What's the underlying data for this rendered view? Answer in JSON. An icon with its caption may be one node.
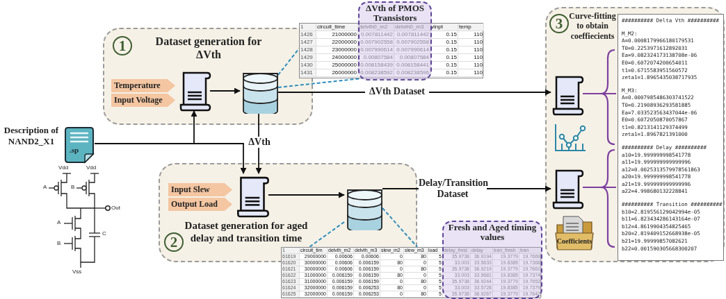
{
  "diagram": {
    "nodes": [
      {
        "text": [
          "1",
          "Dataset generation for ΔVth"
        ]
      },
      {
        "text": [
          "Temperature"
        ],
        "in": 0
      },
      {
        "text": [
          "Input Voltage"
        ],
        "in": 0
      },
      {
        "text": [],
        "shape": "picture",
        "in": 0
      },
      {
        "text": [],
        "shape": "cylinder",
        "in": 0
      },
      {
        "text": [],
        "shape": "box"
      },
      {
        "text": [
          "ΔVth of PMOS Transistors"
        ]
      },
      {
        "text": [
          ".sp"
        ],
        "beside": [
          "Description of NAND2_X1"
        ]
      },
      {
        "text": [
          "2",
          "Dataset generation for aged delay and transition time"
        ]
      },
      {
        "text": [
          "Input Slew"
        ],
        "in": 8
      },
      {
        "text": [
          "Output Load"
        ],
        "in": 8
      },
      {
        "text": [],
        "shape": "picture",
        "in": 8
      },
      {
        "text": [],
        "shape": "cylinder",
        "in": 8
      },
      {
        "text": [],
        "shape": "box"
      },
      {
        "text": [
          "Fresh and Aged timing values"
        ]
      },
      {
        "text": [
          "3",
          "Curve-fitting to obtain coeffiecients"
        ]
      },
      {
        "text": [],
        "shape": "picture",
        "in": 15
      },
      {
        "text": [],
        "shape": "picture",
        "in": 15
      },
      {
        "text": [],
        "shape": "picture",
        "in": 15
      },
      {
        "text": [
          "########## Delta Vth ##########",
          "M_M2:",
          "A=0.0008179966180179531",
          "T0=0.2253971612892031",
          "Ea=9.082324173138708e-06",
          "E0=0.6072074200654011",
          "t1=0.6715583951560572",
          "zeta1=1.8965435038717935",
          "M_M3:",
          "A=0.0007985486303741522",
          "T0=0.21908936293581885",
          "Ea=7.033523563437044e-06",
          "E0=0.6072050870057867",
          "t1=0.8213141129374499",
          "zeta1=1.8967821391000",
          "########## Delay ##########",
          "a10=19.999999998541778",
          "a11=19.999999999999996",
          "a12=0.0025313579978561863",
          "a20=19.999999998541778",
          "a21=19.999999999999996",
          "a22=4.998680132228841",
          "########## Transition ##########",
          "b10=2.819556129042994e-05",
          "b11=6.823434286143164e-07",
          "b12=4.8619904354825465",
          "b20=2.819409152668938e-05",
          "b21=19.99999857082621",
          "b22=0.001590305668300207"
        ],
        "in": 15
      },
      {
        "text": [
          "Coefficients"
        ],
        "in": 15
      }
    ],
    "edges": [
      {
        "from": 3,
        "to": 4,
        "arrow": "to"
      },
      {
        "from": 4,
        "to": 5,
        "arrow": "none",
        "style": "dashed",
        "color": "#2b8cbe"
      },
      {
        "from": 4,
        "to": 5,
        "arrow": "none",
        "style": "dashed",
        "color": "#2b8cbe"
      },
      {
        "from": 4,
        "to": 16,
        "arrow": "to",
        "label": "ΔVth Dataset"
      },
      {
        "from": 7,
        "to": 3,
        "arrow": "to"
      },
      {
        "from": 7,
        "to": 11,
        "arrow": "to"
      },
      {
        "from": 4,
        "to": 11,
        "arrow": "to",
        "label": "ΔVth"
      },
      {
        "from": 11,
        "to": 12,
        "arrow": "to"
      },
      {
        "from": 12,
        "to": 13,
        "arrow": "none",
        "style": "dashed",
        "color": "#2b8cbe"
      },
      {
        "from": 12,
        "to": 13,
        "arrow": "none",
        "style": "dashed",
        "color": "#2b8cbe"
      },
      {
        "from": 12,
        "to": 18,
        "arrow": "to",
        "label": "Delay/Transition Dataset"
      },
      {
        "from": 16,
        "to": 19,
        "arrow": "none",
        "color": "#7b3f9e"
      },
      {
        "from": 18,
        "to": 19,
        "arrow": "none",
        "color": "#7b3f9e"
      }
    ],
    "labels": [
      "1",
      "circuit_time",
      "delvth0_m2",
      "delvth0_m3",
      "vinpt",
      "temp",
      "1426",
      "21000000",
      "0.007811442",
      "0.007811442",
      "0.15",
      "110",
      "1427",
      "22000000",
      "0.007902558",
      "0.007902558",
      "0.15",
      "110",
      "1428",
      "23000000",
      "0.007990614",
      "0.007990614",
      "0.15",
      "110",
      "1429",
      "24000000",
      "0.00807584",
      "0.00807584",
      "0.15",
      "110",
      "1430",
      "25000000",
      "0.008158439",
      "0.008158441",
      "0.15",
      "110",
      "1431",
      "26000000",
      "0.008238592",
      "0.008238596",
      "0.15",
      "110",
      "1",
      "circuit_tim",
      "delvth_m2",
      "delvth_m3",
      "slew_m2",
      "slew_m3",
      "load",
      "delay_fresl",
      "delay",
      "tran_fresh",
      "tran",
      "61619",
      "29000000",
      "0.00606",
      "0.00606",
      "0",
      "80",
      "5",
      "35.9738",
      "36.9194",
      "19.3779",
      "19.7669",
      "61620",
      "30000000",
      "0.00606",
      "0.006159",
      "80",
      "0",
      "5",
      "33.003",
      "33.5633",
      "19.8385",
      "19.7368",
      "61621",
      "30000000",
      "0.00606",
      "0.006159",
      "0",
      "80",
      "5",
      "35.9738",
      "36.9219",
      "19.3779",
      "19.7661",
      "61622",
      "31000000",
      "0.006159",
      "0.006159",
      "80",
      "0",
      "5",
      "33.003",
      "33.5681",
      "19.8385",
      "19.7374",
      "61623",
      "31000000",
      "0.006159",
      "0.006159",
      "0",
      "80",
      "5",
      "35.9738",
      "36.9244",
      "19.3779",
      "19.7652",
      "61624",
      "32000000",
      "0.006159",
      "0.006253",
      "80",
      "0",
      "5",
      "33.003",
      "33.5728",
      "19.8385",
      "19.7379",
      "61625",
      "32000000",
      "0.006159",
      "0.006253",
      "0",
      "80",
      "5",
      "35.9738",
      "36.9267",
      "19.3779",
      "19.7642",
      "Vdd",
      "Vdd",
      "A",
      "B",
      "Out",
      "A",
      "B",
      "C",
      "Vss"
    ]
  }
}
